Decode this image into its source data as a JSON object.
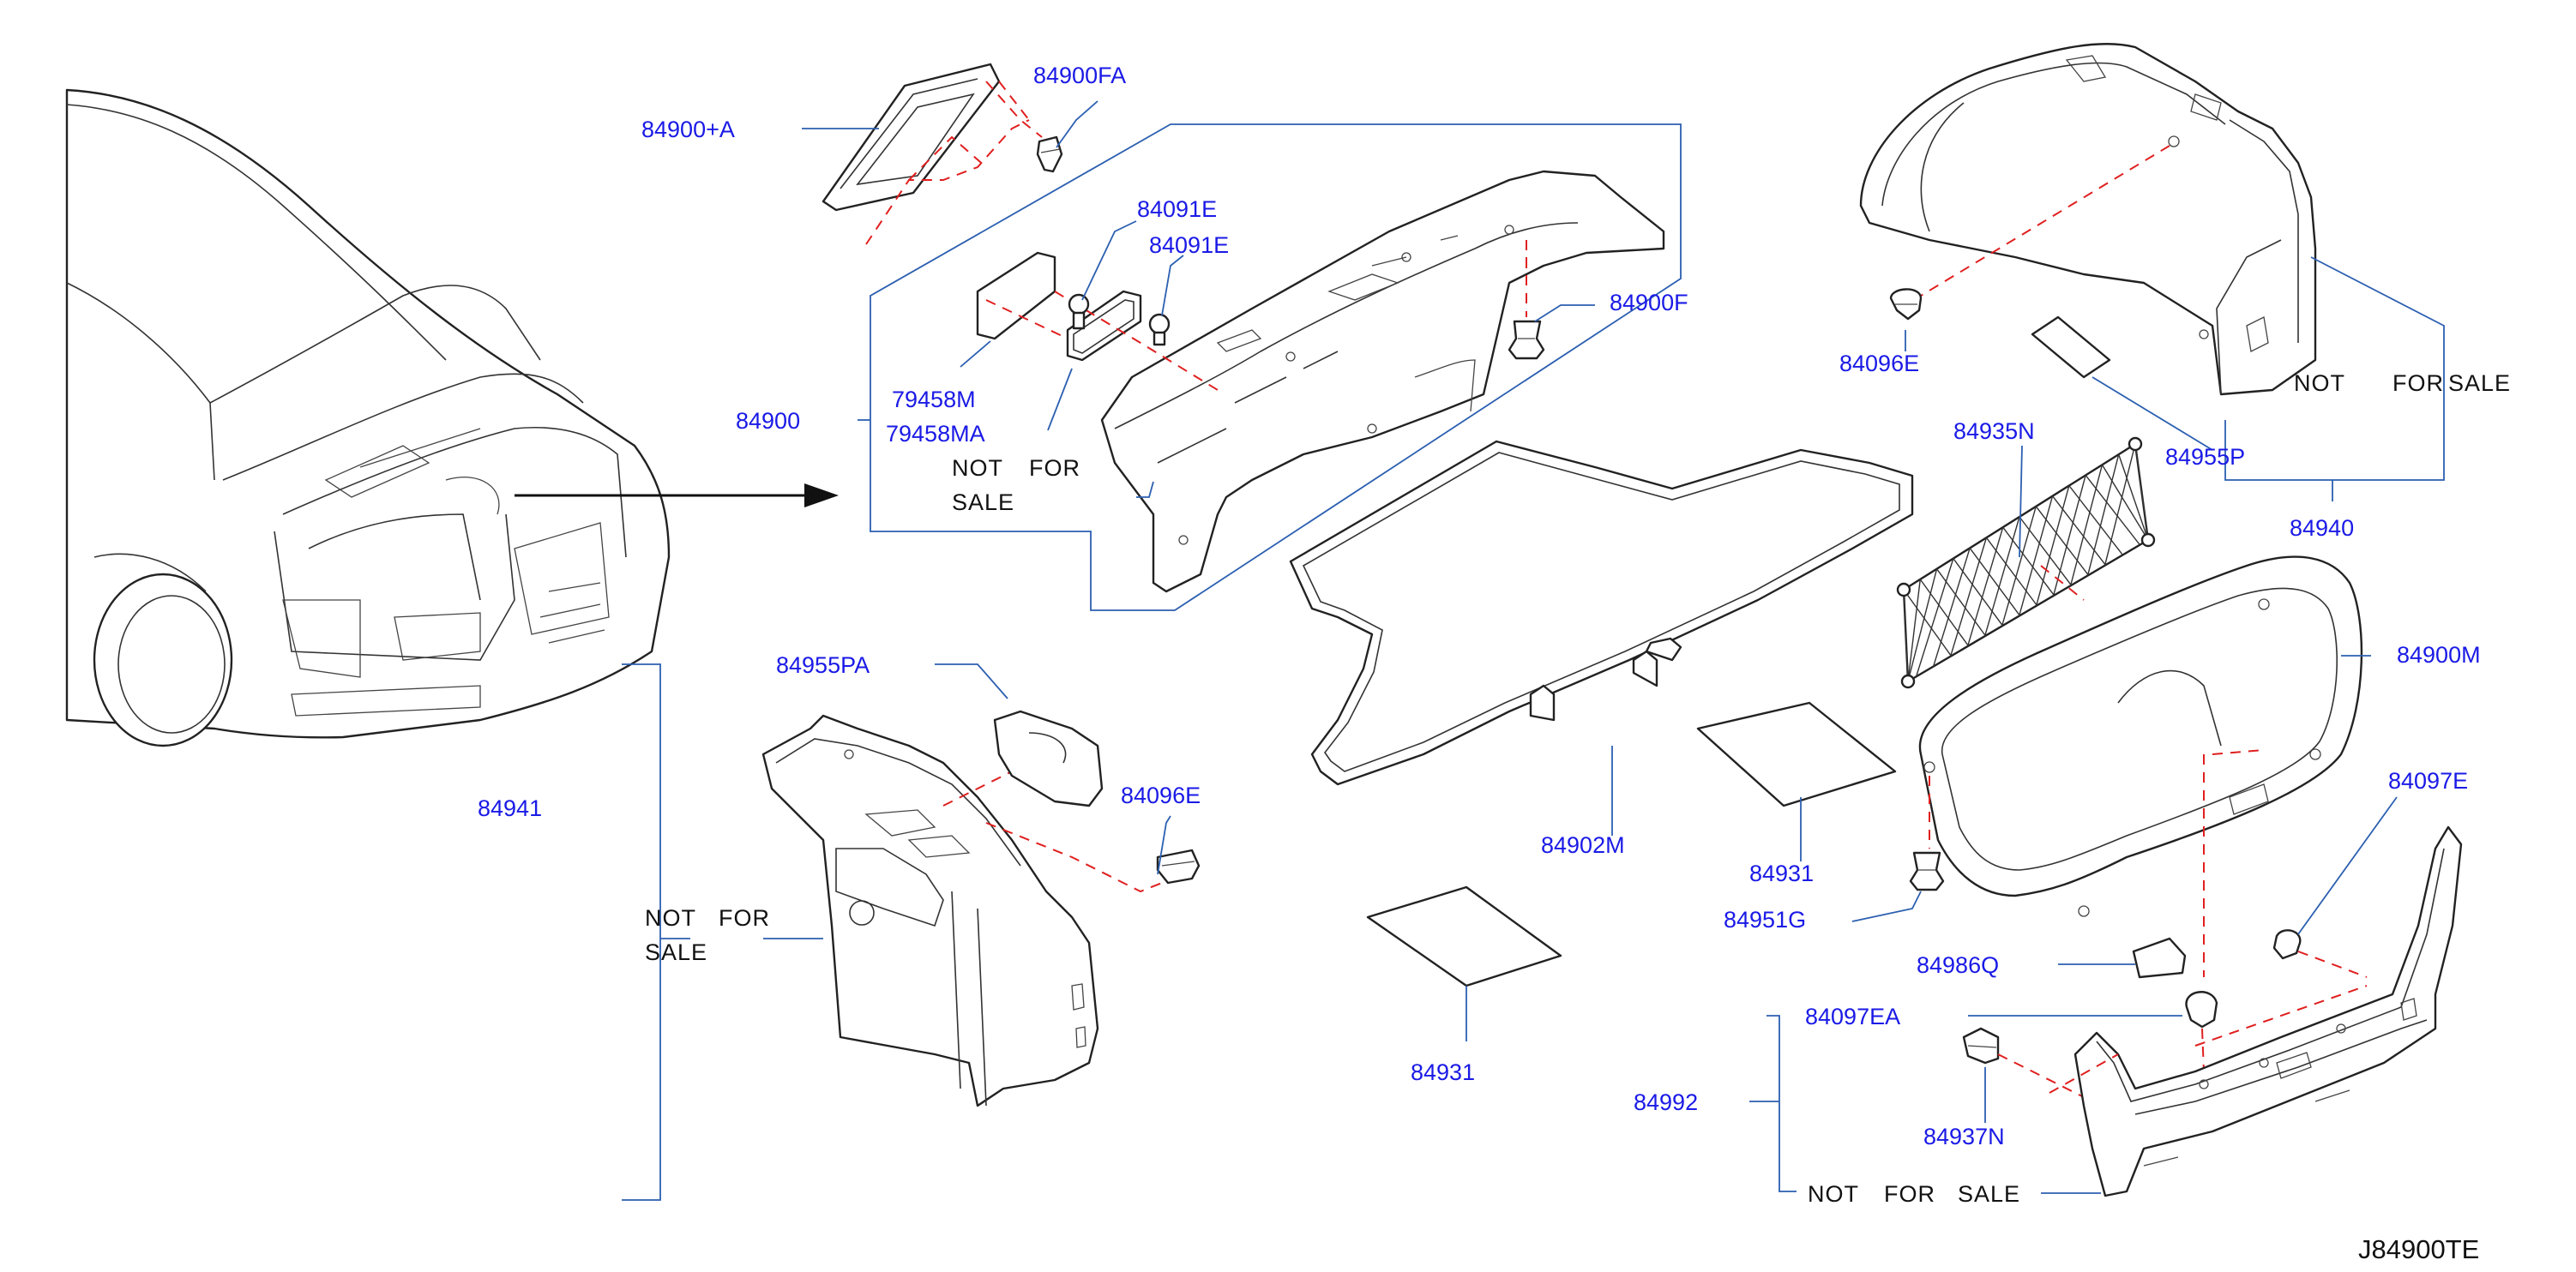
{
  "diagram_code": "J84900TE",
  "not_for_sale_note": [
    "NOT",
    "FOR",
    "SALE"
  ],
  "part_numbers": {
    "p84900_a": "84900+A",
    "p84900fa": "84900FA",
    "p84091e_1": "84091E",
    "p84091e_2": "84091E",
    "p84900f": "84900F",
    "p79458m": "79458M",
    "p79458ma": "79458MA",
    "p84900": "84900",
    "p84096e_top": "84096E",
    "p84940": "84940",
    "p84935n": "84935N",
    "p84955p": "84955P",
    "p84900m": "84900M",
    "p84955pa": "84955PA",
    "p84941": "84941",
    "p84096e_mid": "84096E",
    "p84902m": "84902M",
    "p84931_a": "84931",
    "p84931_b": "84931",
    "p84951g": "84951G",
    "p84097e": "84097E",
    "p84986q": "84986Q",
    "p84097ea": "84097EA",
    "p84992": "84992",
    "p84937n": "84937N"
  },
  "colors": {
    "callout_text": "#1a1ae6",
    "leader_line": "#2b5fb0",
    "dashed_line": "#e01f1f",
    "outline": "#222222"
  }
}
